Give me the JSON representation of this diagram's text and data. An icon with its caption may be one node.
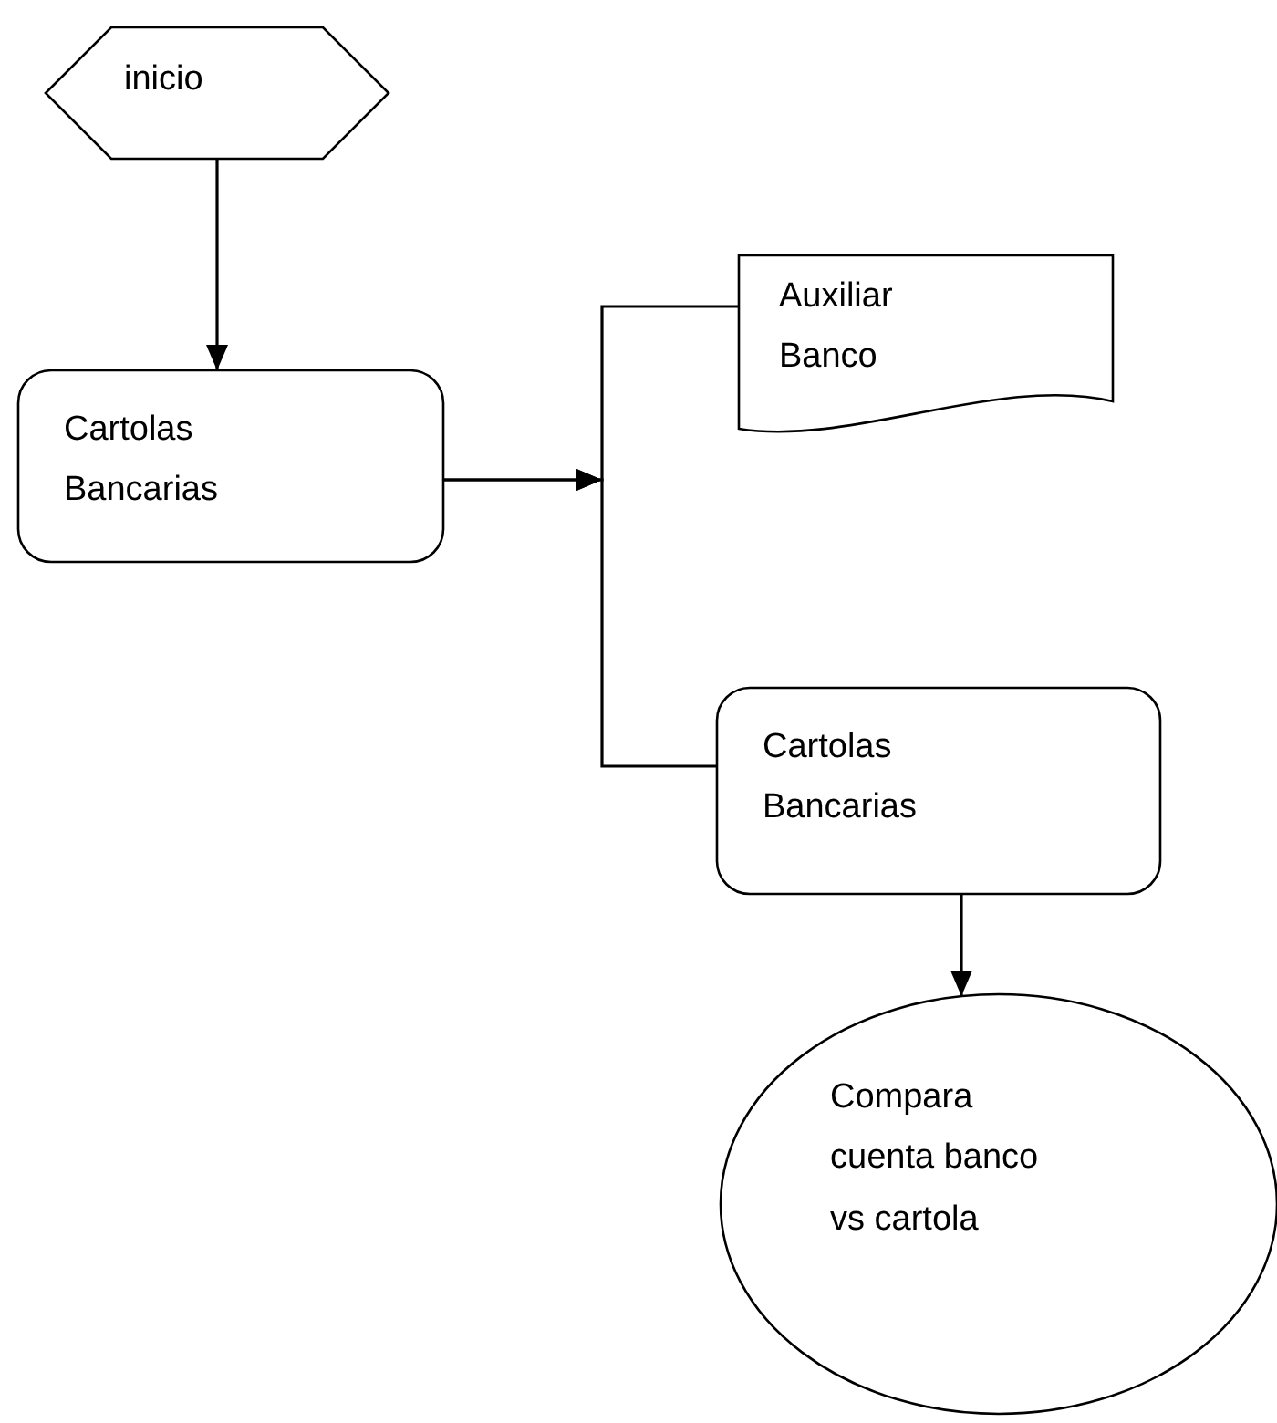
{
  "diagram": {
    "nodes": [
      {
        "text": [
          "inicio"
        ]
      },
      {
        "text": [
          "Cartolas Bancarias"
        ]
      },
      {
        "text": [
          "Auxiliar Banco"
        ]
      },
      {
        "text": [
          "Cartolas Bancarias"
        ]
      },
      {
        "text": [
          "Compara cuenta banco vs cartola"
        ]
      }
    ],
    "edges": [
      {
        "from": 0,
        "to": 1,
        "arrow": "to"
      },
      {
        "from": 1,
        "to": 2,
        "arrow": "to"
      },
      {
        "from": 1,
        "to": 3,
        "arrow": "to"
      },
      {
        "from": 3,
        "to": 4,
        "arrow": "to"
      }
    ]
  }
}
